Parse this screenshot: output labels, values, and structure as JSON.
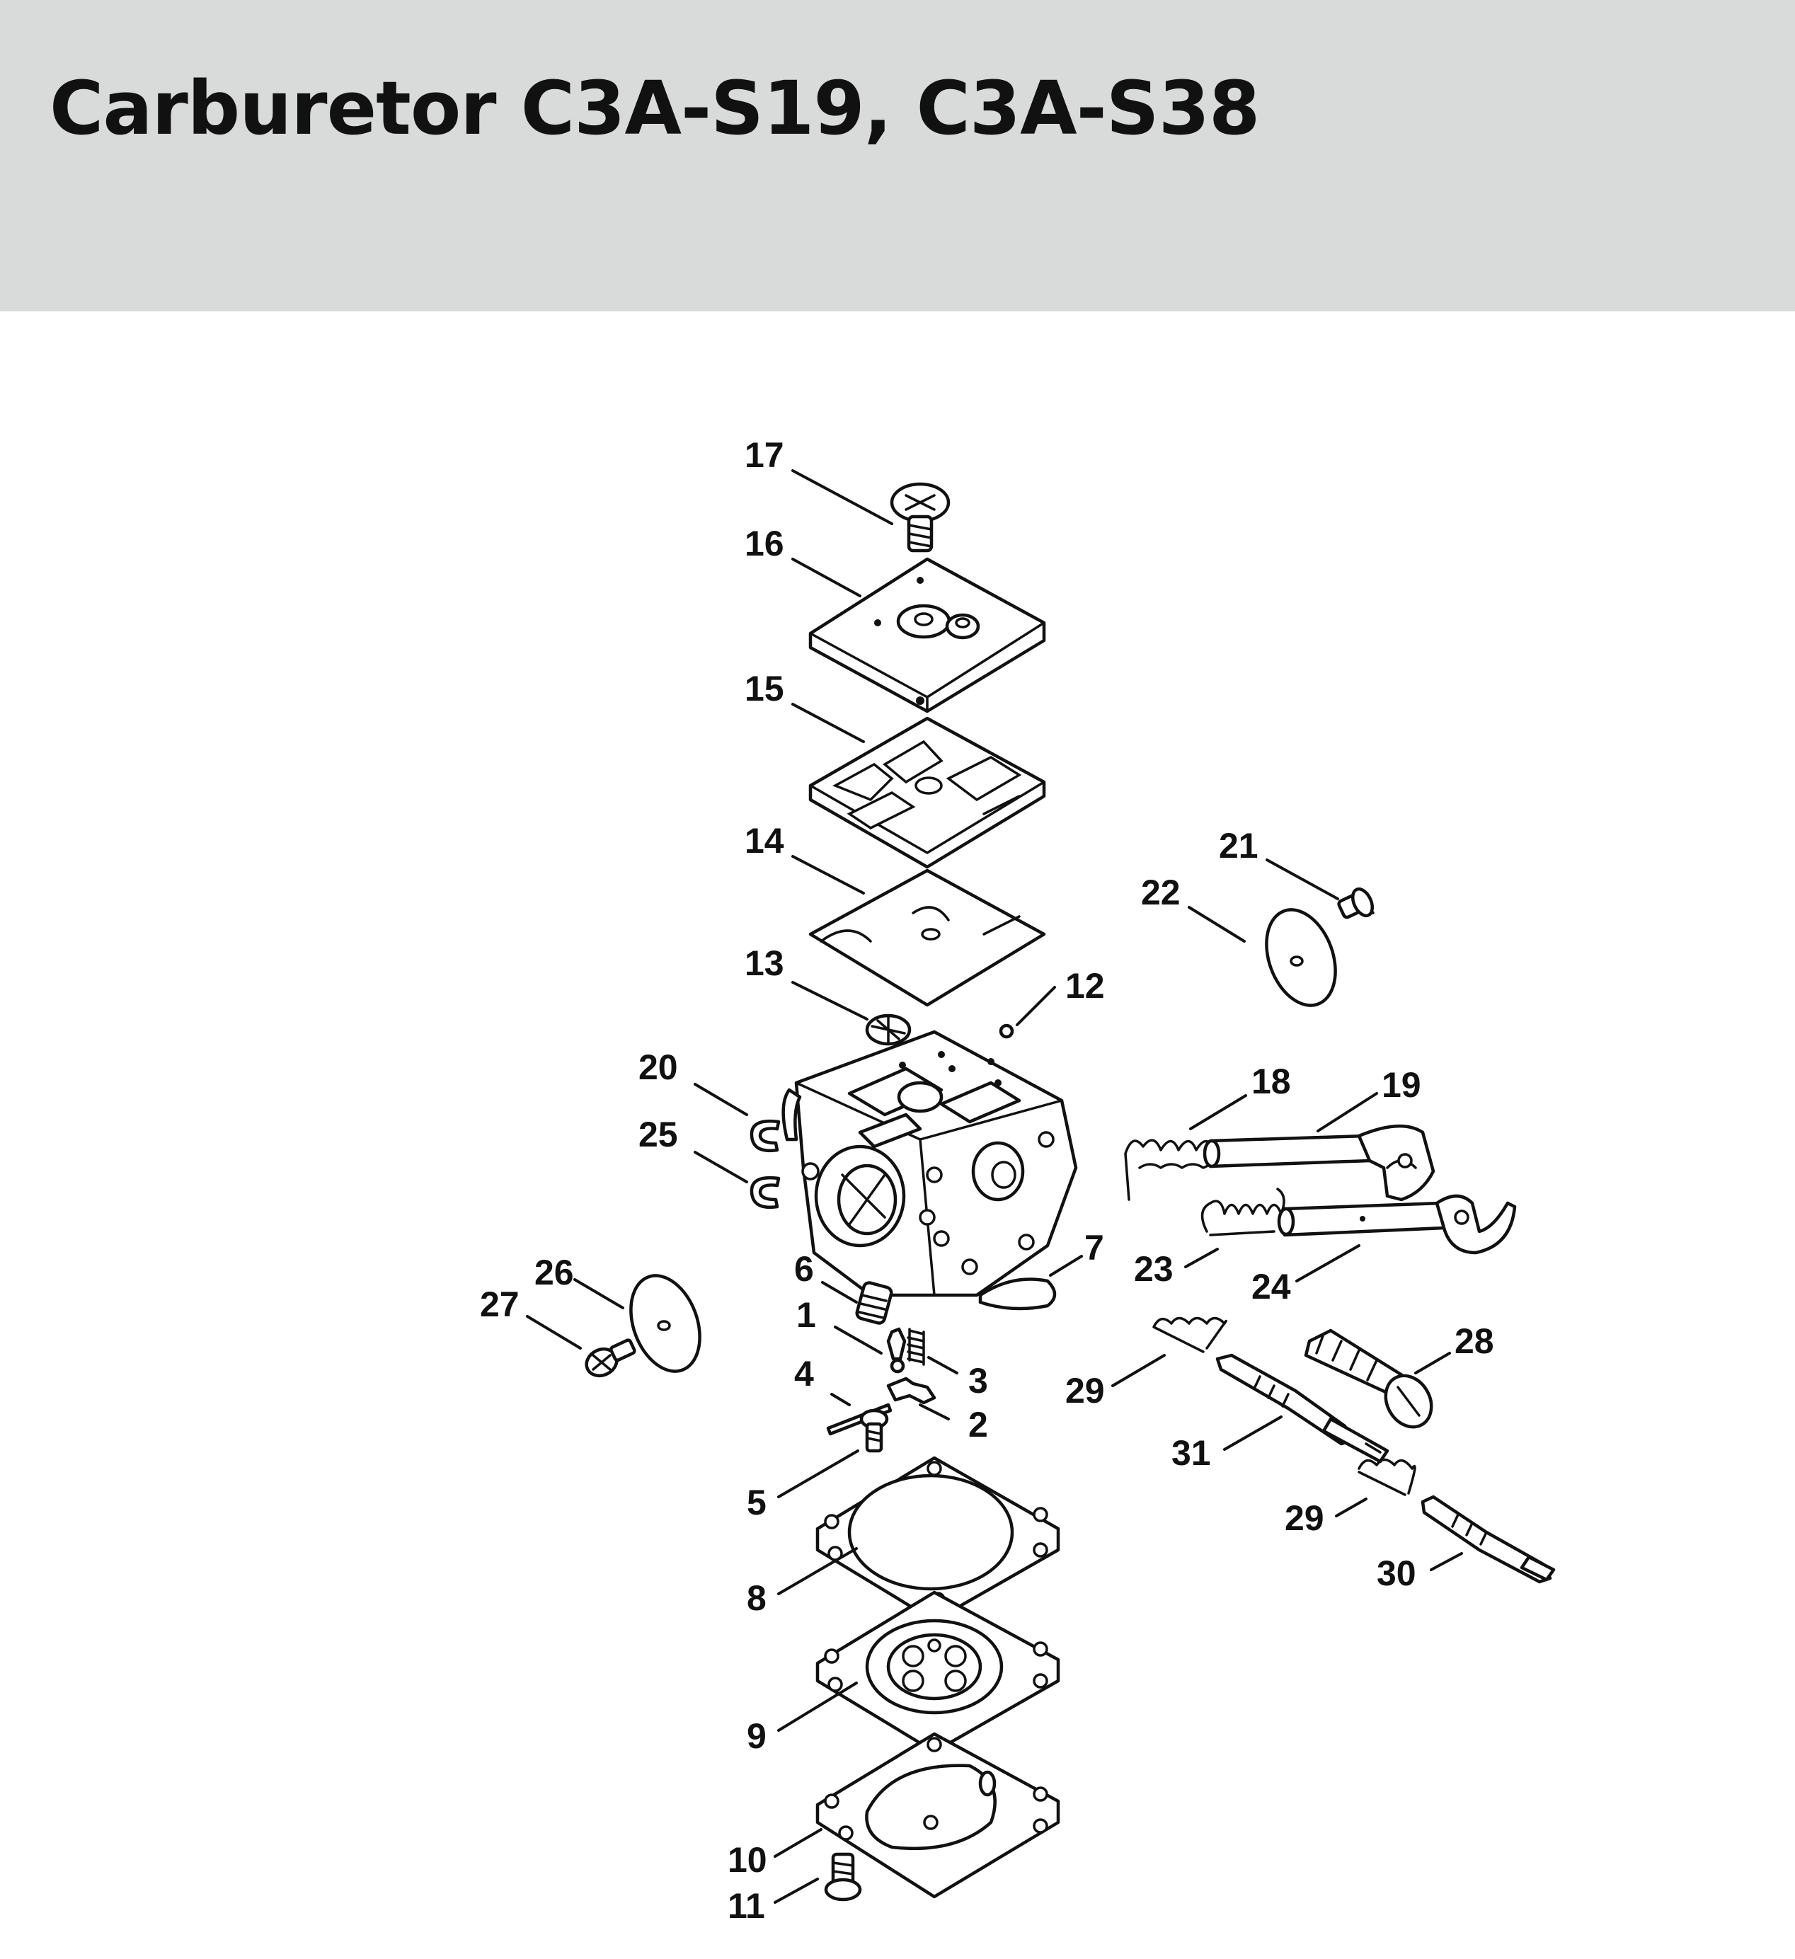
{
  "page": {
    "title": "Carburetor C3A-S19, C3A-S38"
  },
  "callouts": [
    {
      "id": "17",
      "label": "17"
    },
    {
      "id": "16",
      "label": "16"
    },
    {
      "id": "15",
      "label": "15"
    },
    {
      "id": "14",
      "label": "14"
    },
    {
      "id": "13",
      "label": "13"
    },
    {
      "id": "12",
      "label": "12"
    },
    {
      "id": "21",
      "label": "21"
    },
    {
      "id": "22",
      "label": "22"
    },
    {
      "id": "20",
      "label": "20"
    },
    {
      "id": "25",
      "label": "25"
    },
    {
      "id": "18",
      "label": "18"
    },
    {
      "id": "19",
      "label": "19"
    },
    {
      "id": "23",
      "label": "23"
    },
    {
      "id": "24",
      "label": "24"
    },
    {
      "id": "7",
      "label": "7"
    },
    {
      "id": "26",
      "label": "26"
    },
    {
      "id": "27",
      "label": "27"
    },
    {
      "id": "6",
      "label": "6"
    },
    {
      "id": "1",
      "label": "1"
    },
    {
      "id": "3",
      "label": "3"
    },
    {
      "id": "4",
      "label": "4"
    },
    {
      "id": "2",
      "label": "2"
    },
    {
      "id": "28",
      "label": "28"
    },
    {
      "id": "29a",
      "label": "29"
    },
    {
      "id": "31",
      "label": "31"
    },
    {
      "id": "29b",
      "label": "29"
    },
    {
      "id": "30",
      "label": "30"
    },
    {
      "id": "5",
      "label": "5"
    },
    {
      "id": "8",
      "label": "8"
    },
    {
      "id": "9",
      "label": "9"
    },
    {
      "id": "10",
      "label": "10"
    },
    {
      "id": "11",
      "label": "11"
    }
  ]
}
